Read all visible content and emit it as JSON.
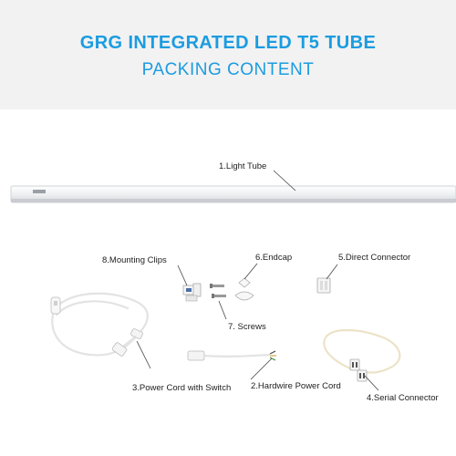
{
  "header": {
    "title": "GRG INTEGRATED LED T5 TUBE",
    "subtitle": "PACKING CONTENT"
  },
  "labels": {
    "light_tube": "1.Light Tube",
    "hardwire_cord": "2.Hardwire Power Cord",
    "power_cord_switch": "3.Power Cord with Switch",
    "serial_connector": "4.Serial Connector",
    "direct_connector": "5.Direct Connector",
    "endcap": "6.Endcap",
    "screws": "7. Screws",
    "mounting_clips": "8.Mounting Clips"
  }
}
